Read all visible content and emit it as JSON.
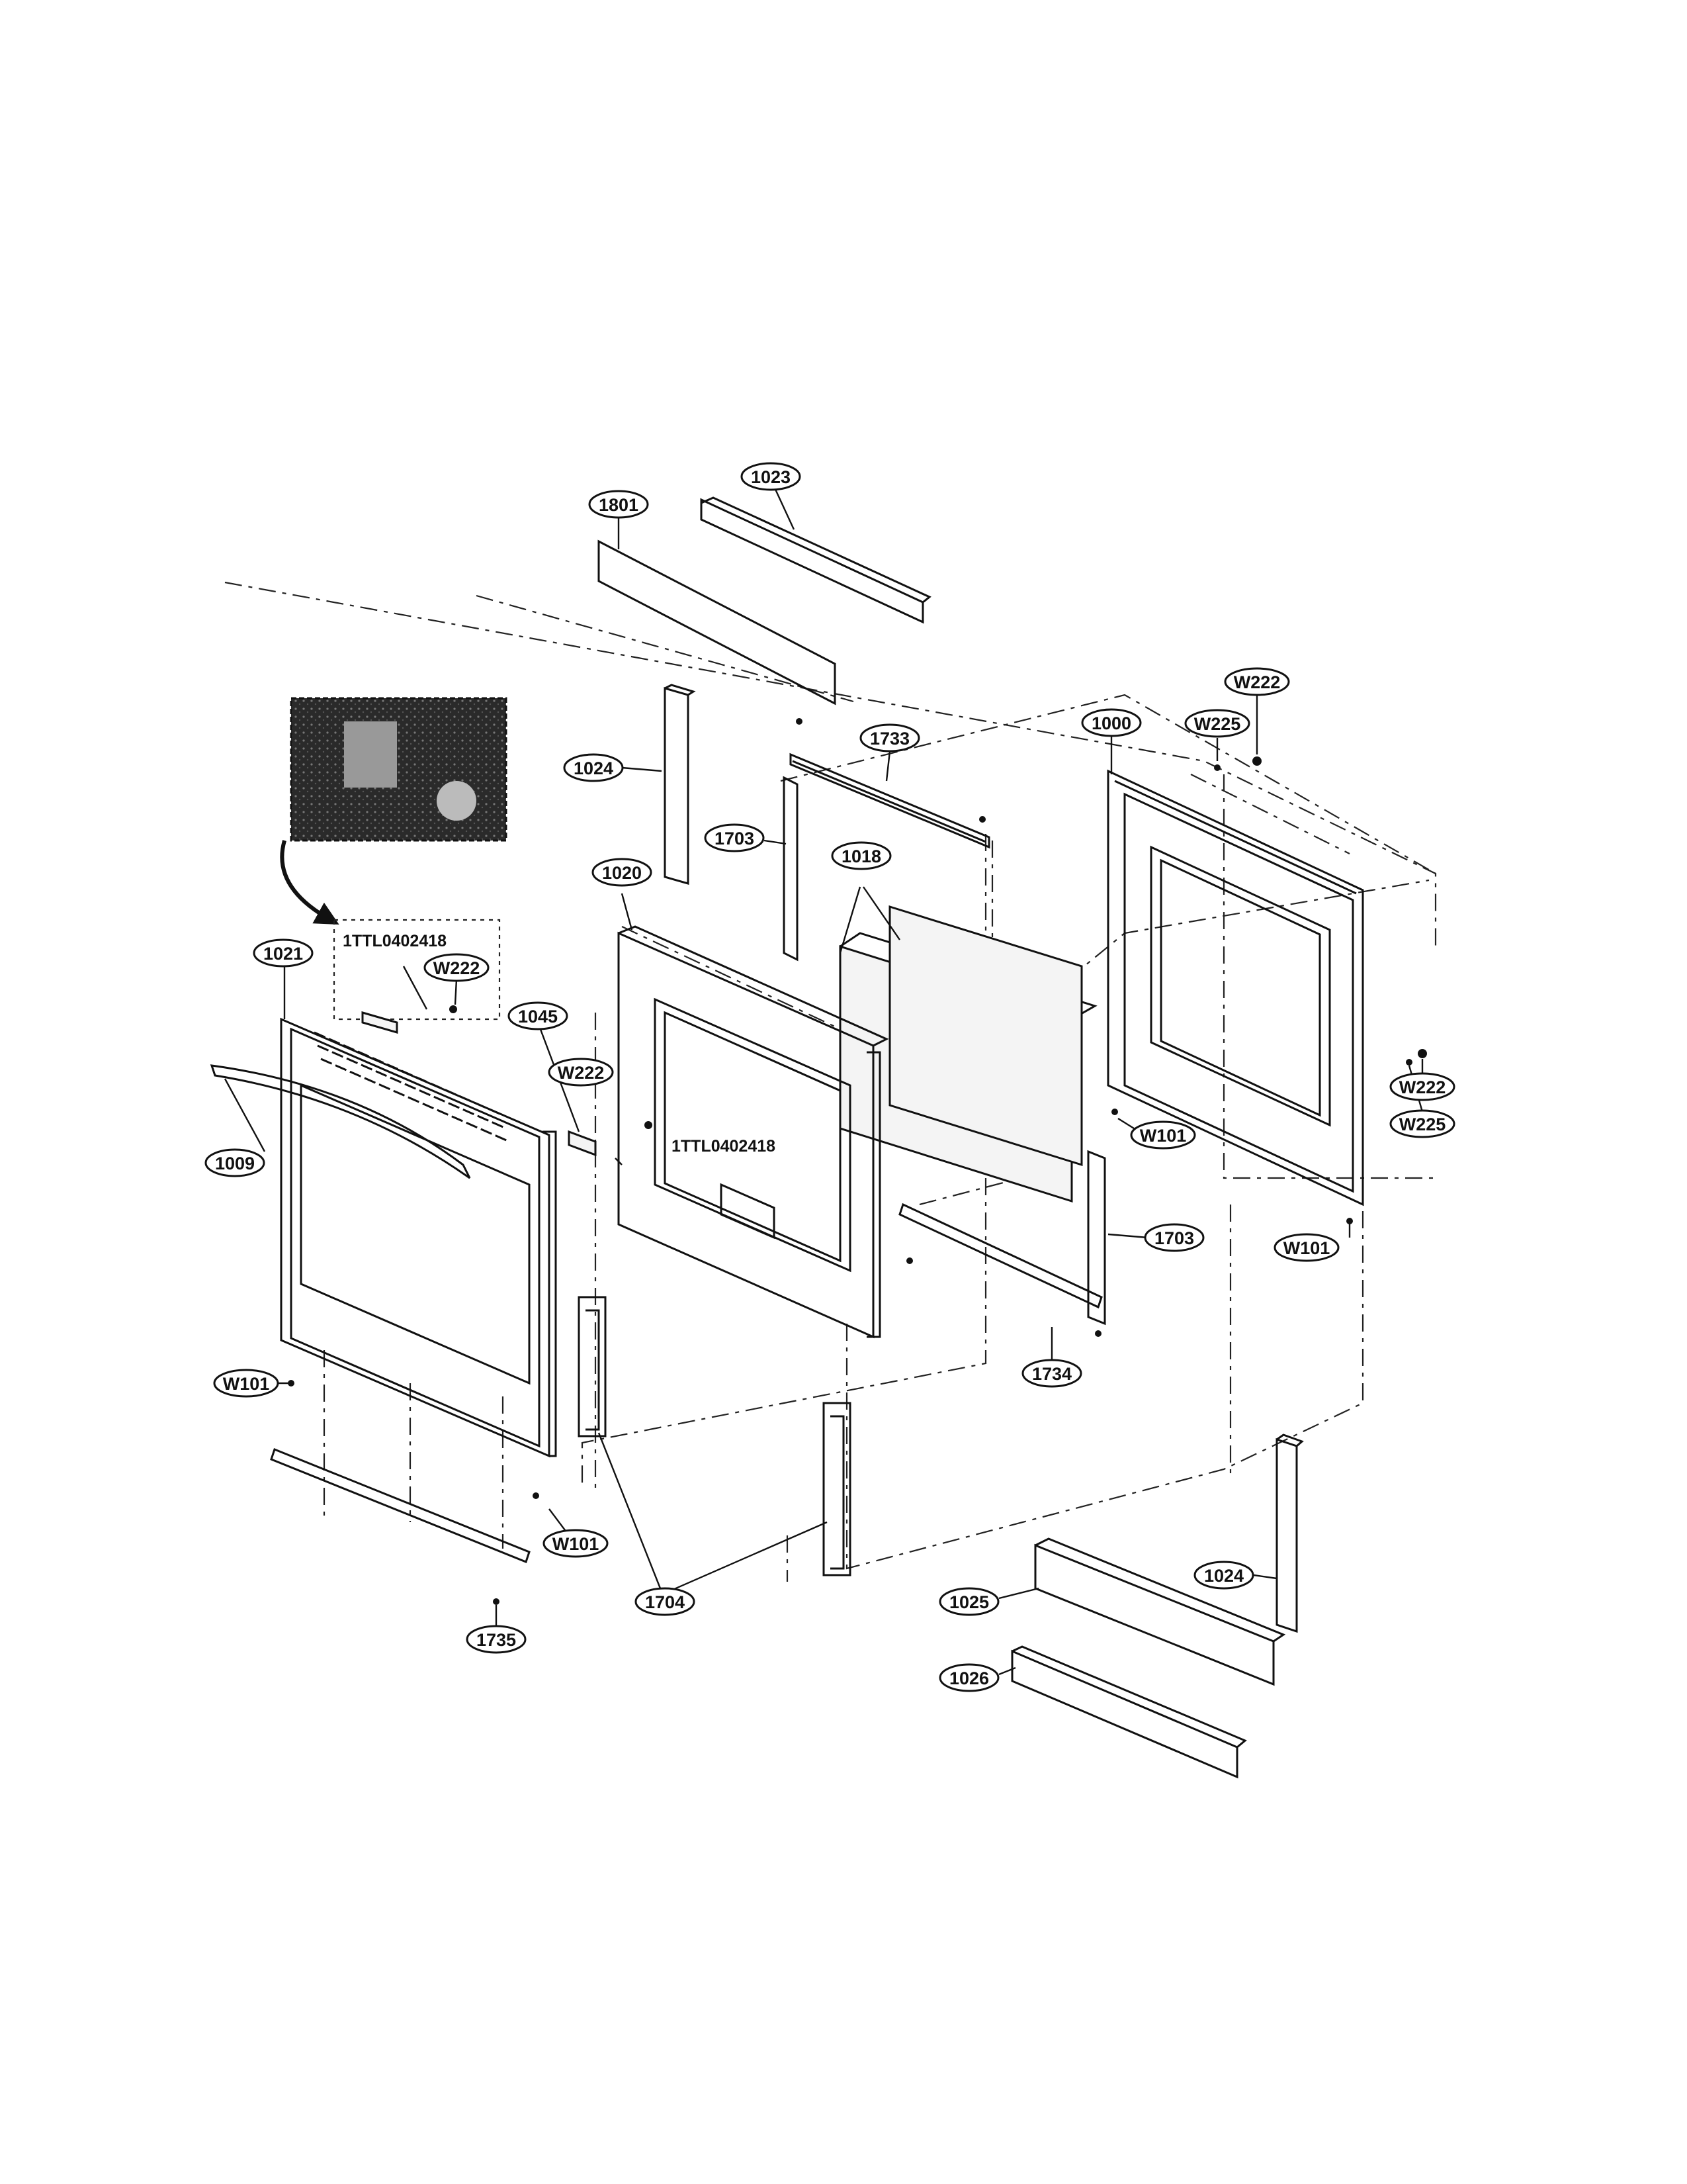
{
  "callouts": {
    "c1801": "1801",
    "c1023": "1023",
    "c1024a": "1024",
    "c1733": "1733",
    "c1000": "1000",
    "cW222a": "W222",
    "cW225a": "W225",
    "c1703a": "1703",
    "c1018": "1018",
    "c1020": "1020",
    "c1021": "1021",
    "cW222b": "W222",
    "c1045": "1045",
    "cW222c": "W222",
    "c1009": "1009",
    "cW101a": "W101",
    "cW222d": "W222",
    "cW225b": "W225",
    "c1703b": "1703",
    "cW101b": "W101",
    "c1734": "1734",
    "cW101c": "W101",
    "cW101d": "W101",
    "c1704": "1704",
    "c1735": "1735",
    "c1024b": "1024",
    "c1025": "1025",
    "c1026": "1026"
  },
  "labels": {
    "detail_part": "1TTL0402418",
    "hinge_part": "1TTL0402418"
  },
  "icons": {
    "detail_photo": "detail-photo-icon",
    "arrow": "curved-arrow-icon"
  }
}
